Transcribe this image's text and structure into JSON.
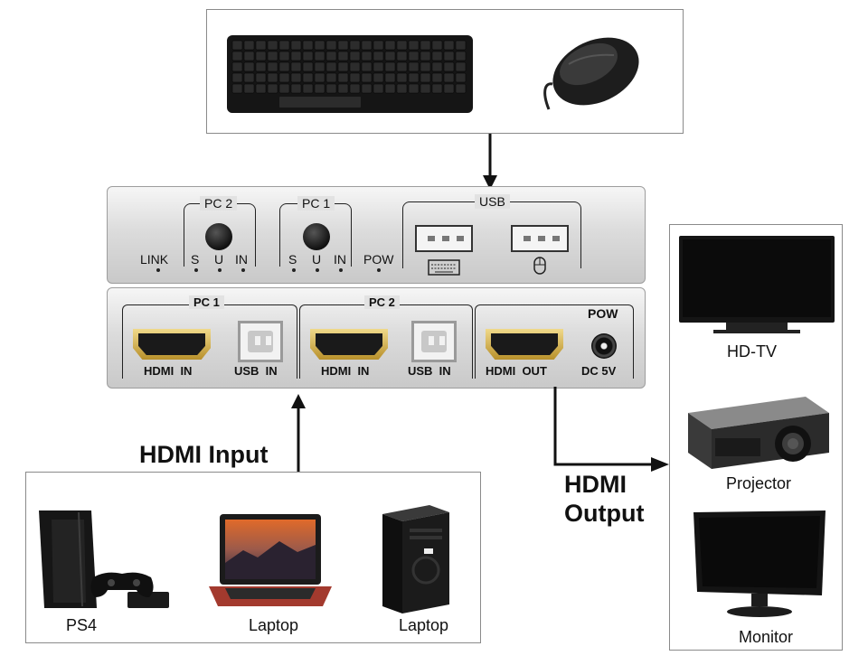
{
  "peripherals": {
    "keyboard_icon": "keyboard-icon",
    "mouse_icon": "mouse-icon"
  },
  "switch_top": {
    "pc2_label": "PC 2",
    "pc1_label": "PC 1",
    "usb_label": "USB",
    "link_label": "LINK",
    "pow_label": "POW",
    "pc2_leds": {
      "s": "S",
      "u": "U",
      "in": "IN"
    },
    "pc1_leds": {
      "s": "S",
      "u": "U",
      "in": "IN"
    }
  },
  "switch_back": {
    "pc1_label": "PC 1",
    "pc2_label": "PC 2",
    "pow_label": "POW",
    "hdmi_in_1": "HDMI  IN",
    "usb_in_1": "USB  IN",
    "hdmi_in_2": "HDMI  IN",
    "usb_in_2": "USB  IN",
    "hdmi_out": "HDMI  OUT",
    "dc": "DC 5V"
  },
  "input_label": "HDMI Input",
  "output_label_line1": "HDMI",
  "output_label_line2": "Output",
  "inputs": [
    {
      "label": "PS4",
      "icon": "ps4-console-icon"
    },
    {
      "label": "Laptop",
      "icon": "laptop-icon"
    },
    {
      "label": "Laptop",
      "icon": "desktop-tower-icon"
    }
  ],
  "outputs": [
    {
      "label": "HD-TV",
      "icon": "tv-icon"
    },
    {
      "label": "Projector",
      "icon": "projector-icon"
    },
    {
      "label": "Monitor",
      "icon": "monitor-icon"
    }
  ],
  "colors": {
    "border": "#8a8a8a",
    "arrow": "#111111",
    "hdmi_gold": "#c9a443",
    "panel": "#d6d6d6"
  }
}
